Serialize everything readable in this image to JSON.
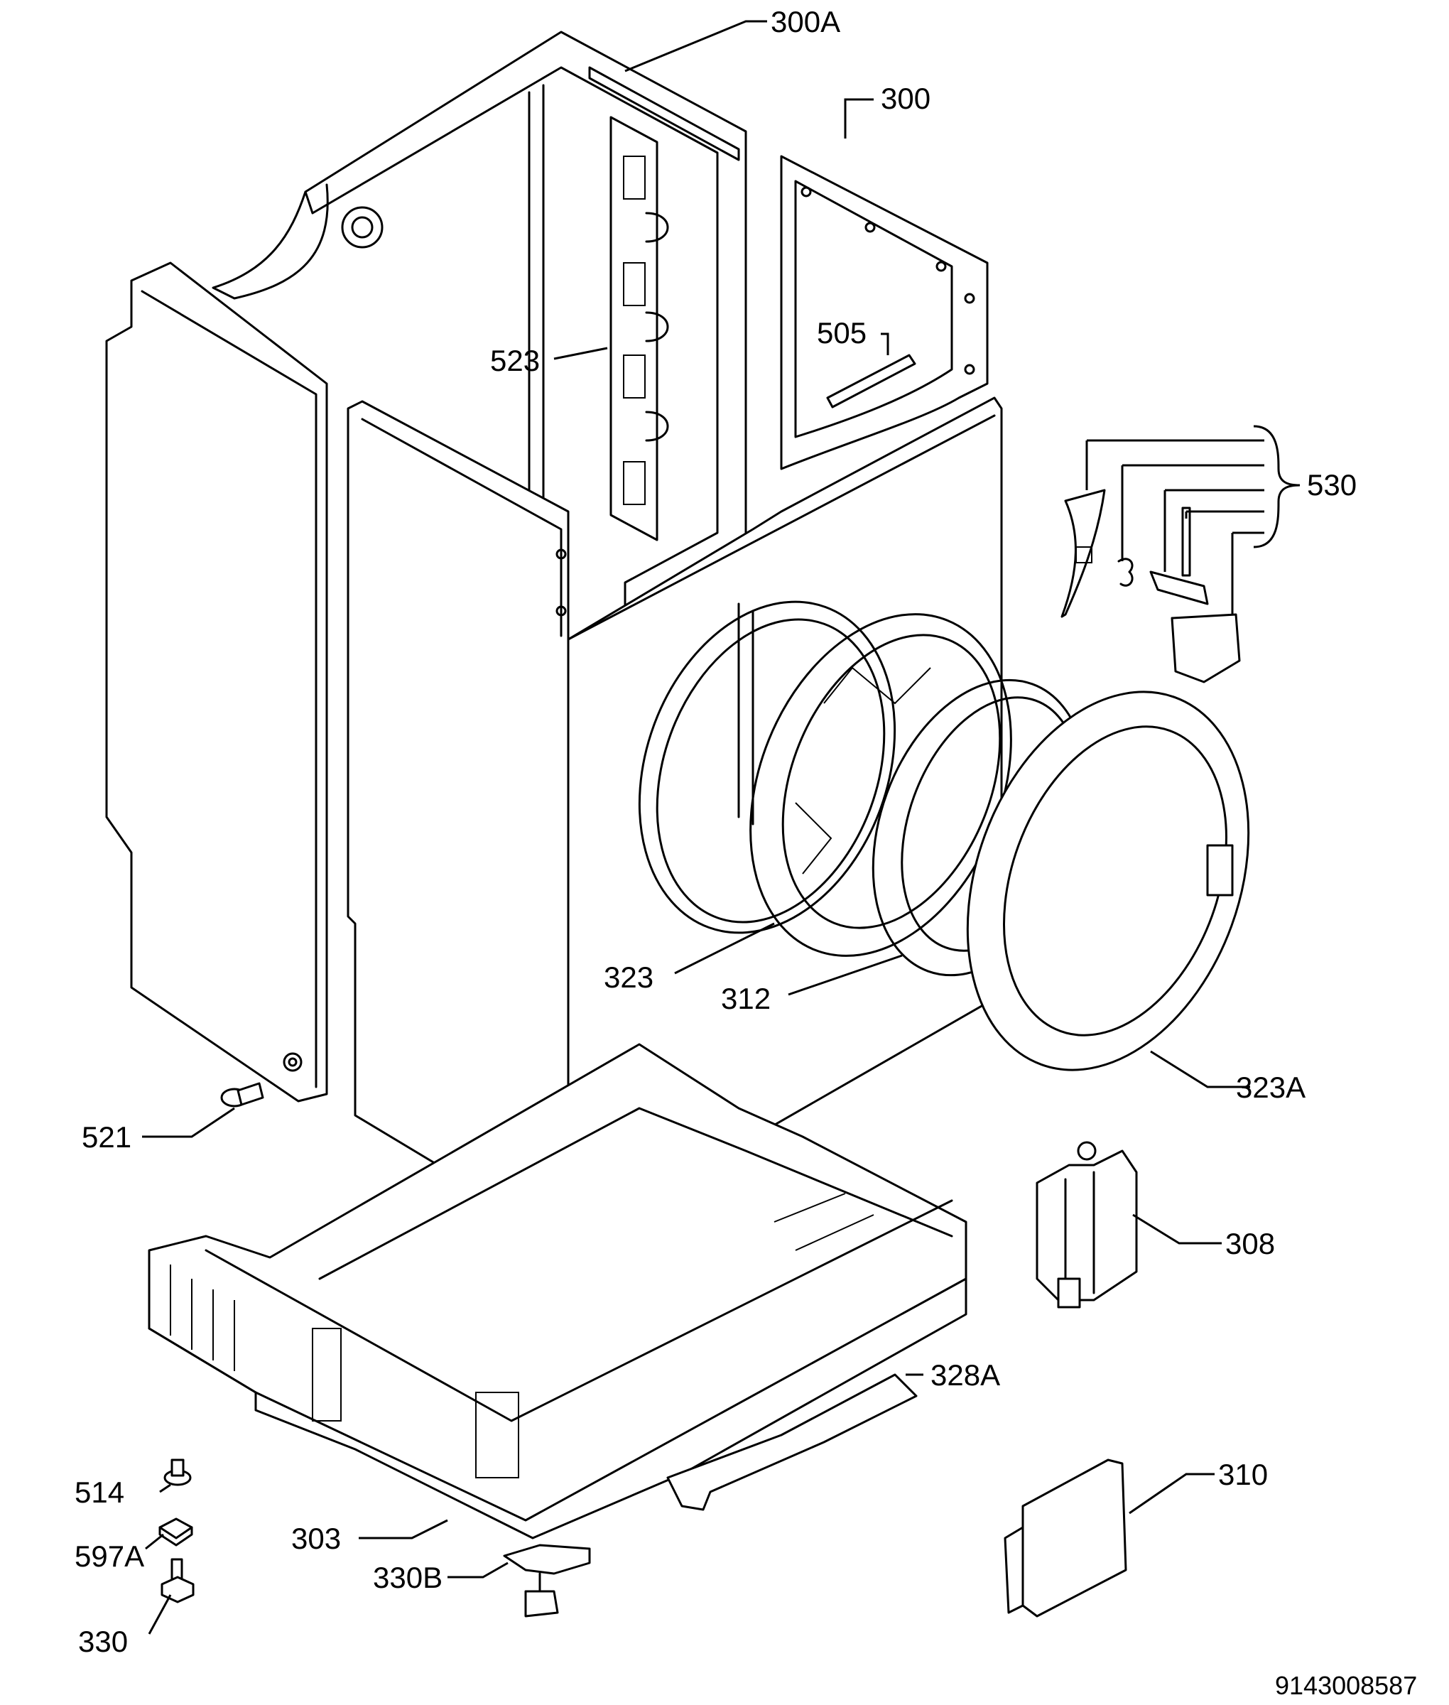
{
  "diagram": {
    "doc_number": "9143008587",
    "labels": {
      "p300A": "300A",
      "p300": "300",
      "p505": "505",
      "p523": "523",
      "p530": "530",
      "p323": "323",
      "p312": "312",
      "p323A": "323A",
      "p521": "521",
      "p308": "308",
      "p328A": "328A",
      "p310": "310",
      "p514": "514",
      "p597A": "597A",
      "p303": "303",
      "p330B": "330B",
      "p330": "330"
    }
  }
}
